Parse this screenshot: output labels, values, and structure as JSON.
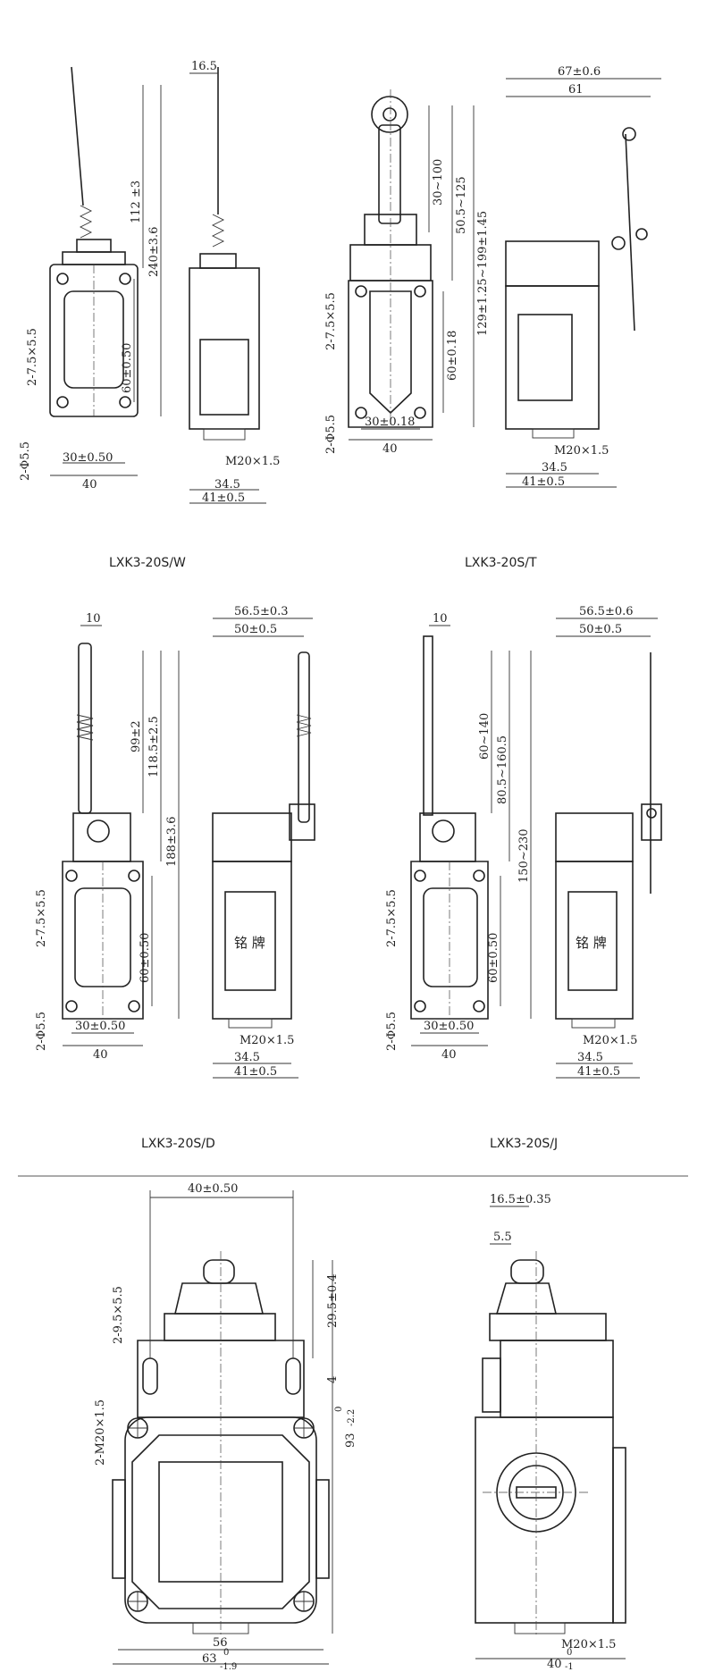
{
  "views": {
    "w": {
      "title": "LXK3-20S/W",
      "dims": {
        "top_offset": "16.5",
        "arm_len": "112 ±3",
        "total_h": "240±3.6",
        "hole_pitch_v": "60±0.50",
        "slot": "2-7.5×5.5",
        "holes": "2-Φ5.5",
        "hole_pitch_h": "30±0.50",
        "width": "40",
        "thread": "M20×1.5",
        "depth": "34.5",
        "depth_total": "41±0.5"
      }
    },
    "t": {
      "title": "LXK3-20S/T",
      "dims": {
        "roller_reach": "30~100",
        "adj_range": "50.5~125",
        "total_h": "129±1.25~199±1.45",
        "hole_pitch_v": "60±0.18",
        "slot": "2-7.5×5.5",
        "holes": "2-Φ5.5",
        "hole_pitch_h": "30±0.18",
        "width": "40",
        "side_total": "67±0.6",
        "side_w": "61",
        "thread": "M20×1.5",
        "depth": "34.5",
        "depth_total": "41±0.5"
      }
    },
    "d": {
      "title": "LXK3-20S/D",
      "dims": {
        "rod_w": "10",
        "rod_h": "99±2",
        "rod_h2": "118.5±2.5",
        "total_h": "188±3.6",
        "hole_pitch_v": "60±0.50",
        "slot": "2-7.5×5.5",
        "holes": "2-Φ5.5",
        "hole_pitch_h": "30±0.50",
        "width": "40",
        "side_total": "56.5±0.3",
        "side_w": "50±0.5",
        "plate": "铭 牌",
        "thread": "M20×1.5",
        "depth": "34.5",
        "depth_total": "41±0.5"
      }
    },
    "j": {
      "title": "LXK3-20S/J",
      "dims": {
        "rod_w": "10",
        "rod_h": "60~140",
        "rod_h2": "80.5~160.5",
        "total_h": "150~230",
        "hole_pitch_v": "60±0.50",
        "slot": "2-7.5×5.5",
        "holes": "2-Φ5.5",
        "hole_pitch_h": "30±0.50",
        "width": "40",
        "side_total": "56.5±0.6",
        "side_w": "50±0.5",
        "plate": "铭 牌",
        "thread": "M20×1.5",
        "depth": "34.5",
        "depth_total": "41±0.5"
      }
    },
    "front": {
      "dims": {
        "hole_pitch": "40±0.50",
        "slot": "2-9.5×5.5",
        "head_h": "29.5±0.4",
        "small": "4",
        "total_h": "93",
        "total_h_tol_up": "0",
        "total_h_tol_dn": "-2.2",
        "thread": "2-M20×1.5",
        "inner_w": "56",
        "total_w": "63",
        "total_w_tol_up": "0",
        "total_w_tol_dn": "-1.9"
      }
    },
    "side": {
      "dims": {
        "top_w": "16.5±0.35",
        "plunger_off": "5.5",
        "thread": "M20×1.5",
        "depth": "40",
        "depth_tol_up": "0",
        "depth_tol_dn": "-1"
      }
    }
  }
}
